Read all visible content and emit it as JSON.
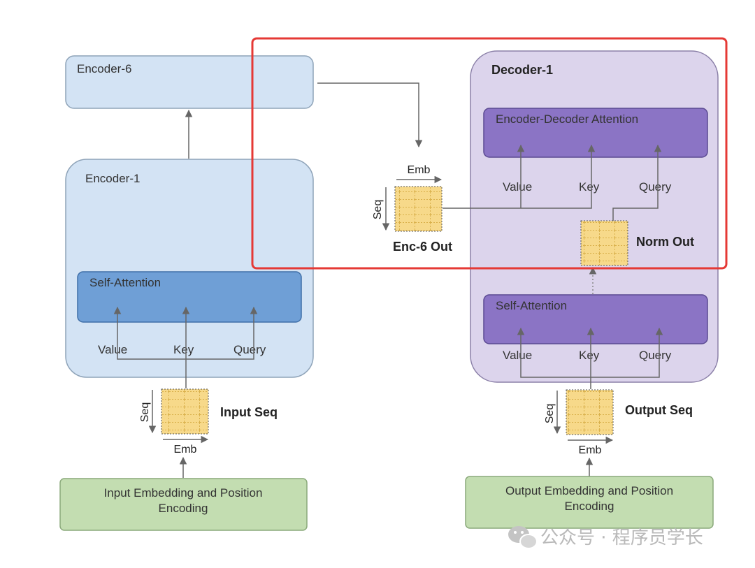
{
  "encoder6": {
    "label": "Encoder-6"
  },
  "encoder1": {
    "label": "Encoder-1",
    "self_attention": "Self-Attention",
    "inputs": {
      "value": "Value",
      "key": "Key",
      "query": "Query"
    }
  },
  "input_seq": {
    "label": "Input Seq",
    "seq": "Seq",
    "emb": "Emb"
  },
  "input_embedding": {
    "line1": "Input Embedding and Position",
    "line2": "Encoding"
  },
  "enc6_out": {
    "label": "Enc-6 Out",
    "seq": "Seq",
    "emb": "Emb"
  },
  "decoder1": {
    "label": "Decoder-1",
    "enc_dec_attention": "Encoder-Decoder Attention",
    "enc_dec_inputs": {
      "value": "Value",
      "key": "Key",
      "query": "Query"
    },
    "norm_out": "Norm Out",
    "self_attention": "Self-Attention",
    "self_inputs": {
      "value": "Value",
      "key": "Key",
      "query": "Query"
    }
  },
  "output_seq": {
    "label": "Output Seq",
    "seq": "Seq",
    "emb": "Emb"
  },
  "output_embedding": {
    "line1": "Output Embedding and Position",
    "line2": "Encoding"
  },
  "watermark": {
    "text": "公众号 · 程序员学长"
  },
  "colors": {
    "encoder_fill": "#d3e3f4",
    "encoder_stroke": "#7f94ab",
    "encoder_attention_fill": "#6f9fd6",
    "decoder_fill": "#dcd4ec",
    "decoder_attention_fill": "#8b74c5",
    "embedding_fill": "#c3ddb1",
    "matrix_fill": "#f7d98a",
    "highlight": "#e53935"
  }
}
